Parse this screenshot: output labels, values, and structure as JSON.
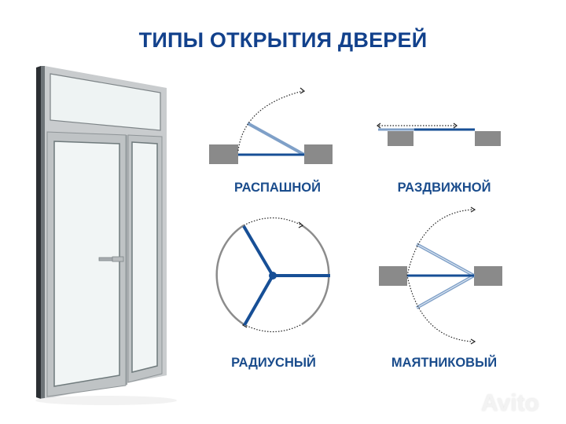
{
  "title": "ТИПЫ ОТКРЫТИЯ ДВЕРЕЙ",
  "colors": {
    "title": "#12418c",
    "door_leaf": "#174f96",
    "door_leaf_open": "#7fa0c8",
    "wall": "#8a8a8a",
    "circle": "#8c8c8c"
  },
  "types": [
    {
      "id": "swing",
      "label": "РАСПАШНОЙ"
    },
    {
      "id": "sliding",
      "label": "РАЗДВИЖНОЙ"
    },
    {
      "id": "radial",
      "label": "РАДИУСНЫЙ"
    },
    {
      "id": "pendulum",
      "label": "МАЯТНИКОВЫЙ"
    }
  ],
  "watermark": "Avito"
}
